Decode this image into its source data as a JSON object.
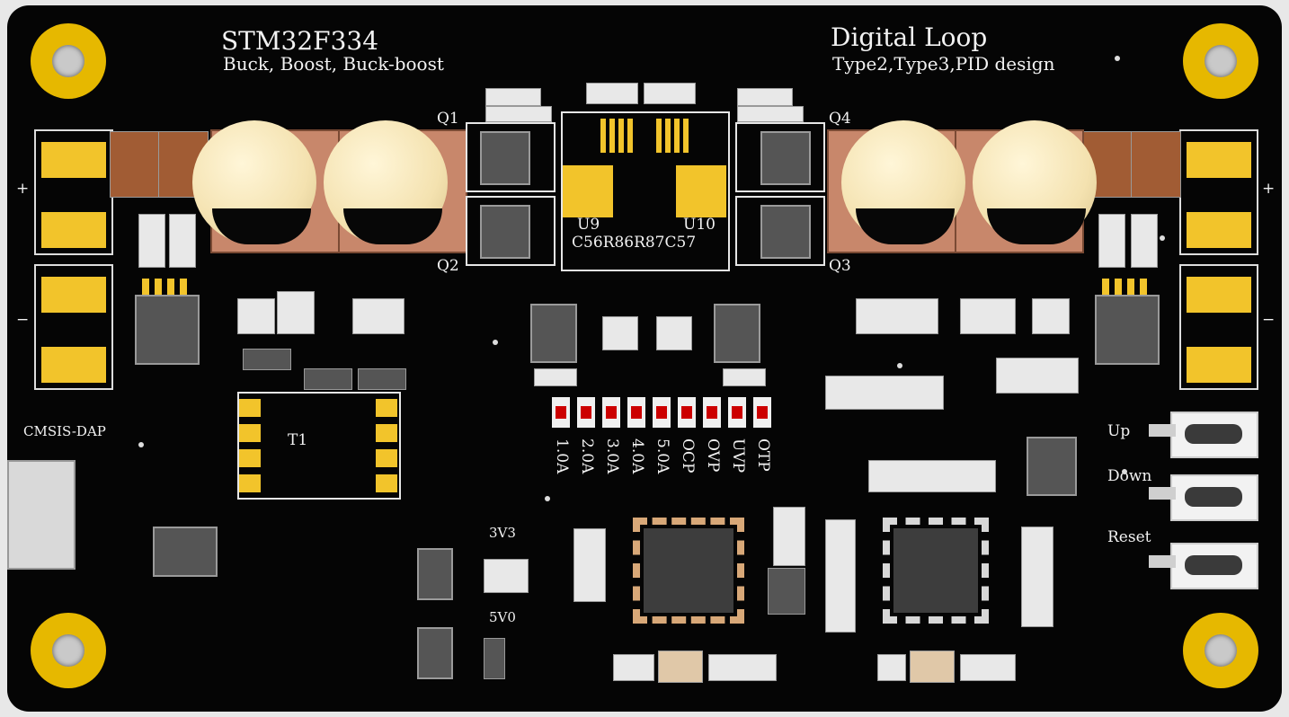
{
  "board": {
    "mcu": "STM32F334",
    "topologies": "Buck, Boost, Buck-boost",
    "feature": "Digital Loop",
    "loop_types": "Type2,Type3,PID design"
  },
  "designators": {
    "q1": "Q1",
    "q2": "Q2",
    "q3": "Q3",
    "q4": "Q4",
    "u9": "U9",
    "u10": "U10",
    "row": "C56R86R87C57",
    "t1": "T1"
  },
  "polarity": {
    "plus": "+",
    "minus": "−"
  },
  "debug": "CMSIS-DAP",
  "rails": {
    "v33": "3V3",
    "v50": "5V0"
  },
  "leds": [
    "1.0A",
    "2.0A",
    "3.0A",
    "4.0A",
    "5.0A",
    "OCP",
    "OVP",
    "UVP",
    "OTP"
  ],
  "buttons": [
    "Up",
    "Down",
    "Reset"
  ],
  "colors": {
    "solder_mask": "#050505",
    "pad_gold": "#f2c42b",
    "silkscreen": "#f2f2f2",
    "led_red": "#c00000"
  }
}
